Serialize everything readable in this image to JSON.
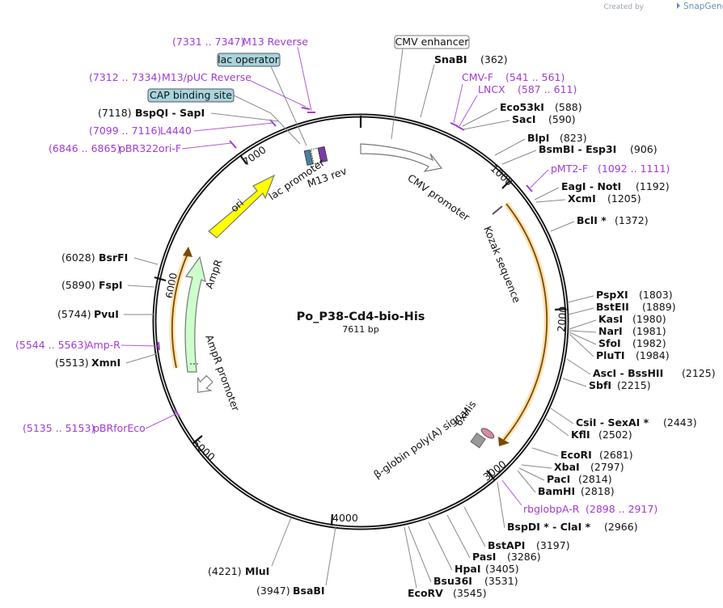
{
  "plasmid": {
    "name": "Po_P38-Cd4-bio-His",
    "length": "7611 bp"
  },
  "brand": {
    "prefix": "Created by",
    "name": "SnapGene"
  },
  "colors": {
    "primer": "#a23ad6",
    "ori": "#ffff00",
    "ampr": "#ccffcc",
    "cds": "#f5a623",
    "box": "#a8d4de"
  },
  "tick_labels": [
    "1000",
    "2000",
    "3000",
    "4000",
    "5000",
    "6000",
    "7000"
  ],
  "enzymes_right": [
    {
      "name": "SnaBI",
      "pos": "(362)"
    },
    {
      "name": "Eco53kI",
      "pos": "(588)"
    },
    {
      "name": "SacI",
      "pos": "(590)"
    },
    {
      "name": "BlpI",
      "pos": "(823)"
    },
    {
      "name": "BsmBI - Esp3I",
      "pos": "(906)"
    },
    {
      "name": "EagI - NotI",
      "pos": "(1192)"
    },
    {
      "name": "XcmI",
      "pos": "(1205)"
    },
    {
      "name": "BclI *",
      "pos": "(1372)"
    },
    {
      "name": "PspXI",
      "pos": "(1803)"
    },
    {
      "name": "BstEII",
      "pos": "(1889)"
    },
    {
      "name": "KasI",
      "pos": "(1980)"
    },
    {
      "name": "NarI",
      "pos": "(1981)"
    },
    {
      "name": "SfoI",
      "pos": "(1982)"
    },
    {
      "name": "PluTI",
      "pos": "(1984)"
    },
    {
      "name": "AscI - BssHII",
      "pos": "(2125)"
    },
    {
      "name": "SbfI",
      "pos": "(2215)"
    },
    {
      "name": "CsiI - SexAI *",
      "pos": "(2443)"
    },
    {
      "name": "KflI",
      "pos": "(2502)"
    },
    {
      "name": "EcoRI",
      "pos": "(2681)"
    },
    {
      "name": "XbaI",
      "pos": "(2797)"
    },
    {
      "name": "PacI",
      "pos": "(2814)"
    },
    {
      "name": "BamHI",
      "pos": "(2818)"
    },
    {
      "name": "BspDI * - ClaI *",
      "pos": "(2966)"
    },
    {
      "name": "BstAPI",
      "pos": "(3197)"
    },
    {
      "name": "PasI",
      "pos": "(3286)"
    },
    {
      "name": "HpaI",
      "pos": "(3405)"
    },
    {
      "name": "Bsu36I",
      "pos": "(3531)"
    },
    {
      "name": "EcoRV",
      "pos": "(3545)"
    }
  ],
  "enzymes_left": [
    {
      "name": "BspQI - SapI",
      "pos": "(7118)"
    },
    {
      "name": "BsrFI",
      "pos": "(6028)"
    },
    {
      "name": "FspI",
      "pos": "(5890)"
    },
    {
      "name": "PvuI",
      "pos": "(5744)"
    },
    {
      "name": "XmnI",
      "pos": "(5513)"
    },
    {
      "name": "MluI",
      "pos": "(4221)"
    },
    {
      "name": "BsaBI",
      "pos": "(3947)"
    }
  ],
  "primers": [
    {
      "name": "M13 Reverse",
      "range": "(7331 .. 7347)"
    },
    {
      "name": "M13/pUC Reverse",
      "range": "(7312 .. 7334)"
    },
    {
      "name": "L4440",
      "range": "(7099 .. 7116)"
    },
    {
      "name": "pBR322ori-F",
      "range": "(6846 .. 6865)"
    },
    {
      "name": "CMV-F",
      "range": "(541 .. 561)"
    },
    {
      "name": "LNCX",
      "range": "(587 .. 611)"
    },
    {
      "name": "pMT2-F",
      "range": "(1092 .. 1111)"
    },
    {
      "name": "Amp-R",
      "range": "(5544 .. 5563)"
    },
    {
      "name": "pBRforEco",
      "range": "(5135 .. 5153)"
    },
    {
      "name": "rbglobpA-R",
      "range": "(2898 .. 2917)"
    }
  ],
  "boxed_features": [
    "CMV enhancer",
    "lac operator",
    "CAP binding site"
  ],
  "features": {
    "cmv_promoter": "CMV promoter",
    "kozak": "Kozak sequence",
    "his": "6xHis",
    "polya": "β-globin poly(A) signal",
    "ori": "ori",
    "lac_promoter": "lac promoter",
    "m13_rev": "M13 rev",
    "ampr": "AmpR",
    "ampr_promoter": "AmpR promoter"
  }
}
